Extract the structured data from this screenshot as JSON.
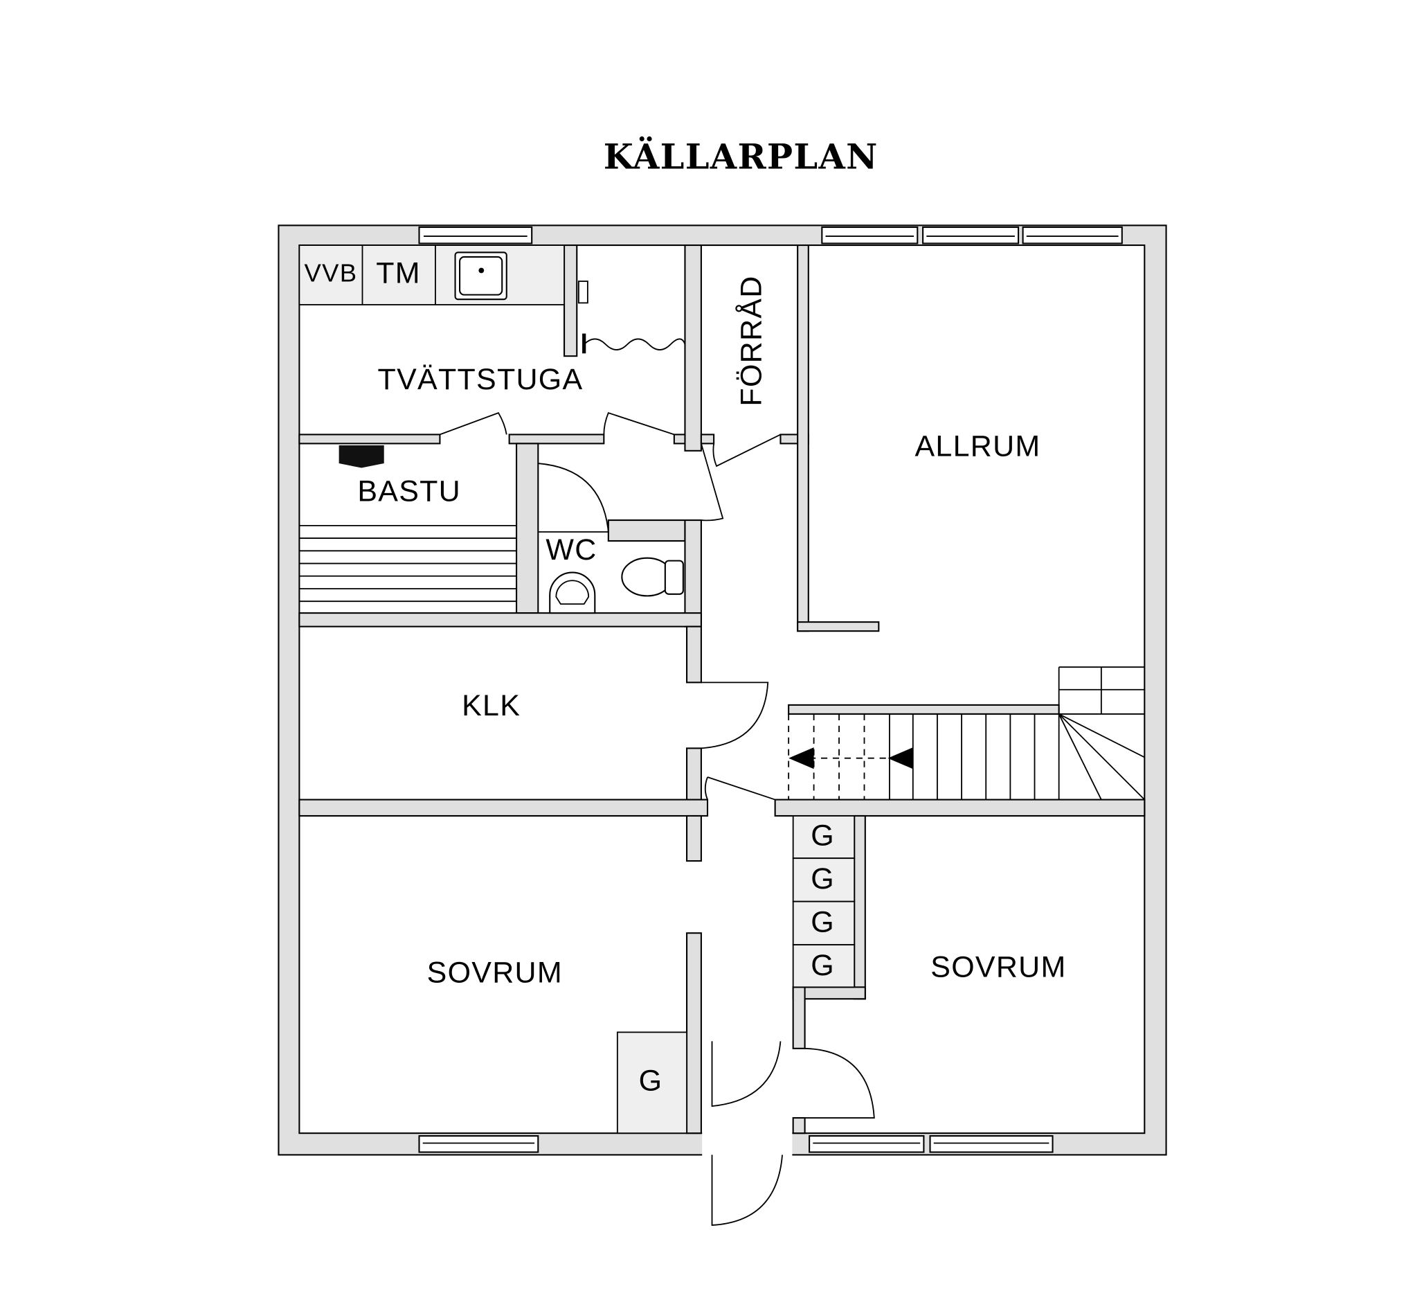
{
  "title": "KÄLLARPLAN",
  "rooms": {
    "tvattstuga": "TVÄTTSTUGA",
    "forrad": "FÖRRÅD",
    "allrum": "ALLRUM",
    "bastu": "BASTU",
    "wc": "WC",
    "klk": "KLK",
    "sovrum_left": "SOVRUM",
    "sovrum_right": "SOVRUM"
  },
  "fixtures": {
    "vvb": "VVB",
    "tm": "TM",
    "wardrobes": [
      "G",
      "G",
      "G",
      "G"
    ],
    "wardrobe_left": "G"
  },
  "colors": {
    "wall": "#e0e0e0",
    "fixture": "#efefef",
    "line": "#000000"
  }
}
